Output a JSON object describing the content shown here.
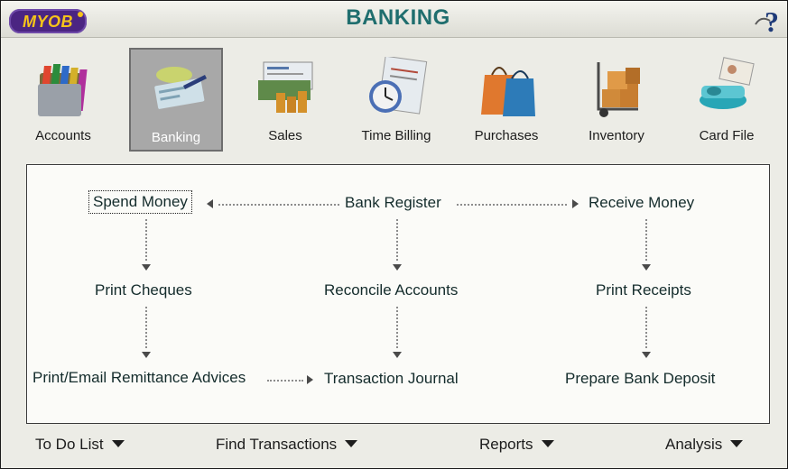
{
  "app": {
    "logo_text": "MYOB",
    "window_title": "BANKING",
    "help_icon": "help-question-icon"
  },
  "nav": [
    {
      "label": "Accounts",
      "icon": "accounts-folders-icon",
      "active": false
    },
    {
      "label": "Banking",
      "icon": "banking-cheque-icon",
      "active": true
    },
    {
      "label": "Sales",
      "icon": "sales-invoice-icon",
      "active": false
    },
    {
      "label": "Time Billing",
      "icon": "time-billing-clock-icon",
      "active": false
    },
    {
      "label": "Purchases",
      "icon": "purchases-bags-icon",
      "active": false
    },
    {
      "label": "Inventory",
      "icon": "inventory-trolley-icon",
      "active": false
    },
    {
      "label": "Card File",
      "icon": "card-file-icon",
      "active": false
    }
  ],
  "flow": {
    "spend_money": "Spend Money",
    "bank_register": "Bank Register",
    "receive_money": "Receive Money",
    "print_cheques": "Print Cheques",
    "reconcile_accounts": "Reconcile Accounts",
    "print_receipts": "Print Receipts",
    "remittance": "Print/Email Remittance Advices",
    "transaction_journal": "Transaction Journal",
    "bank_deposit": "Prepare Bank Deposit"
  },
  "bottom_menu": [
    {
      "label": "To Do List"
    },
    {
      "label": "Find Transactions"
    },
    {
      "label": "Reports"
    },
    {
      "label": "Analysis"
    }
  ],
  "colors": {
    "title": "#1f6e6e",
    "logo_bg": "#4b2582",
    "logo_text": "#f6c41a",
    "active_tab": "#a8a8a8"
  }
}
